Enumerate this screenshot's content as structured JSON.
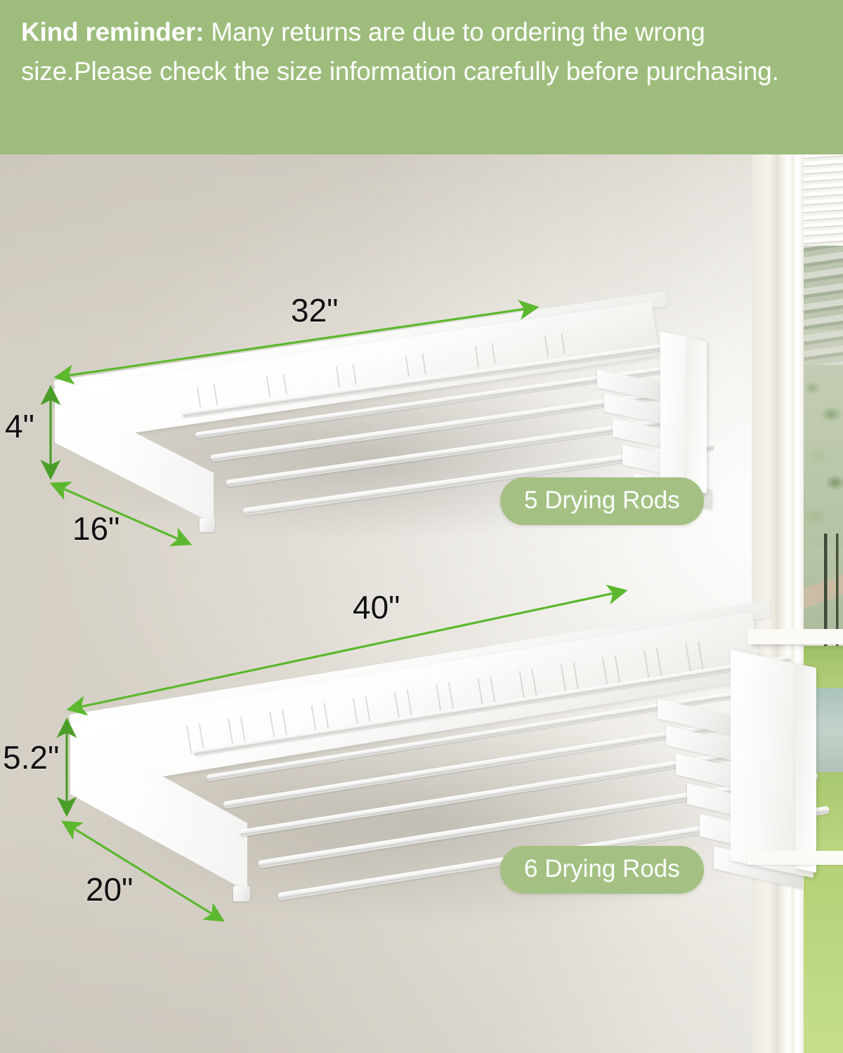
{
  "banner": {
    "lead": "Kind reminder:",
    "body": " Many returns are due to ordering the wrong size.Please check the size information carefully before purchasing.",
    "bg_color": "#9ebd7c",
    "text_color": "#ffffff"
  },
  "colors": {
    "accent_green": "#5cb82e",
    "badge_green": "#a4c183",
    "banner_green": "#9ebd7c",
    "wall": "#d8d4ca",
    "label_text": "#111111"
  },
  "products": [
    {
      "id": "rack-32",
      "width_label": "32\"",
      "height_label": "4\"",
      "depth_label": "16\"",
      "badge_label": "5 Drying Rods",
      "rod_count": 5
    },
    {
      "id": "rack-40",
      "width_label": "40\"",
      "height_label": "5.2\"",
      "depth_label": "20\"",
      "badge_label": "6 Drying Rods",
      "rod_count": 6
    }
  ],
  "scene": {
    "background_description": "wall-with-window",
    "window_icon": "window-icon"
  }
}
